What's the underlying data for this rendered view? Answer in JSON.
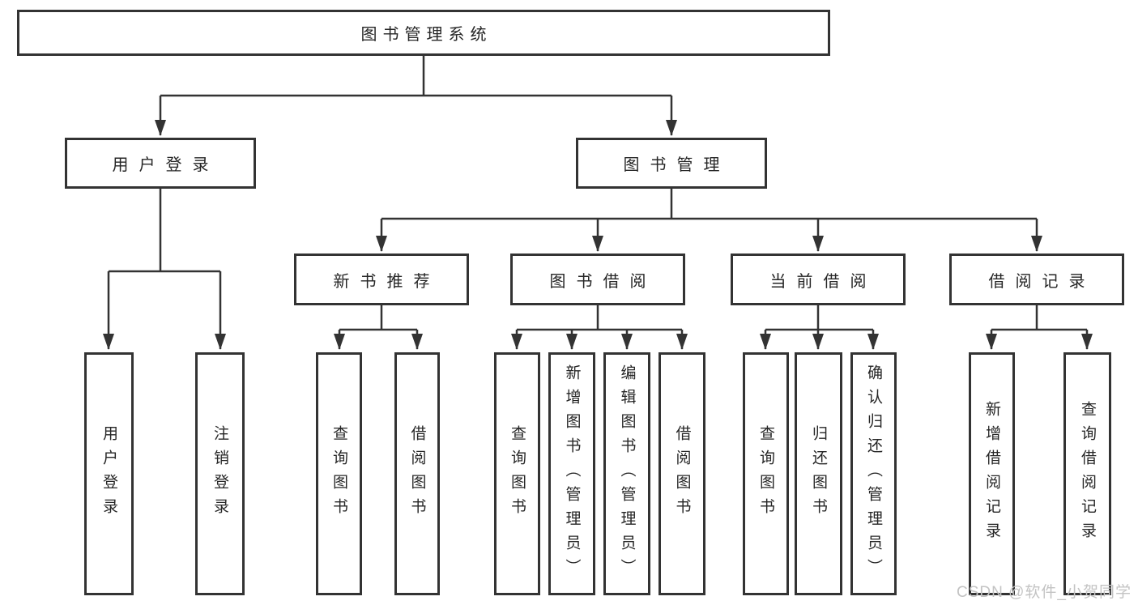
{
  "nodes": {
    "root": "图书管理系统",
    "userLogin": "用户登录",
    "bookMgmt": "图书管理",
    "newBookRec": "新书推荐",
    "bookBorrow": "图书借阅",
    "currentBorrow": "当前借阅",
    "borrowRecords": "借阅记录",
    "loginLeaves": [
      "用户登录",
      "注销登录"
    ],
    "newBookLeaves": [
      "查询图书",
      "借阅图书"
    ],
    "bookBorrowLeaves": [
      "查询图书",
      "新增图书（管理员）",
      "编辑图书（管理员）",
      "借阅图书"
    ],
    "currentBorrowLeaves": [
      "查询图书",
      "归还图书",
      "确认归还（管理员）"
    ],
    "recordLeaves": [
      "新增借阅记录",
      "查询借阅记录"
    ]
  },
  "watermark": "CSDN @软件_小贺同学",
  "colors": {
    "line": "#333333",
    "text": "#262626",
    "background": "#ffffff",
    "watermark": "#c3c3c3"
  }
}
